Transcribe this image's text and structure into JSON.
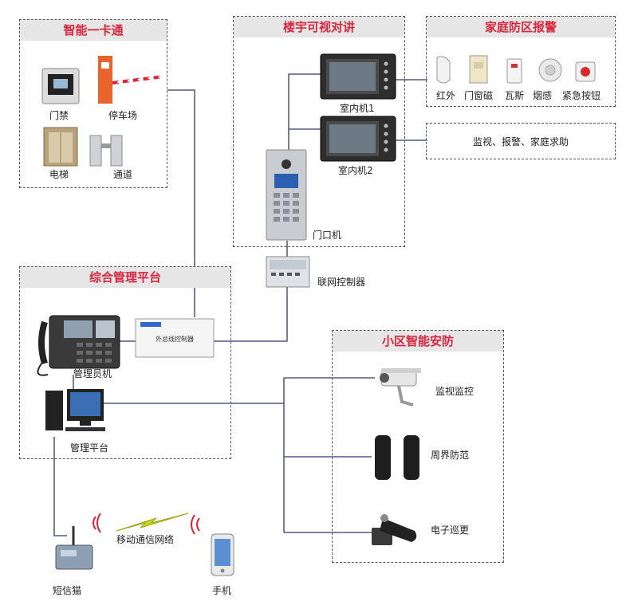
{
  "panels": {
    "smart_card": {
      "title": "智能一卡通",
      "items": {
        "access": "门禁",
        "parking": "停车场",
        "elevator": "电梯",
        "passage": "通道"
      }
    },
    "intercom": {
      "title": "楼宇可视对讲",
      "indoor1": "室内机1",
      "indoor2": "室内机2",
      "door_unit": "门口机"
    },
    "home_alarm": {
      "title": "家庭防区报警",
      "sensors": [
        "红外",
        "门窗磁",
        "瓦斯",
        "烟感",
        "紧急按钮"
      ]
    },
    "monitor_box": {
      "text": "监视、报警、家庭求助"
    },
    "mgmt": {
      "title": "综合管理平台",
      "controller_text": "外总线控制器",
      "admin_phone": "管理员机",
      "platform": "管理平台"
    },
    "network_controller": "联网控制器",
    "security": {
      "title": "小区智能安防",
      "items": [
        "监视监控",
        "周界防范",
        "电子巡更"
      ]
    },
    "mobile": {
      "network": "移动通信网络",
      "sms_modem": "短信猫",
      "phone": "手机"
    }
  }
}
